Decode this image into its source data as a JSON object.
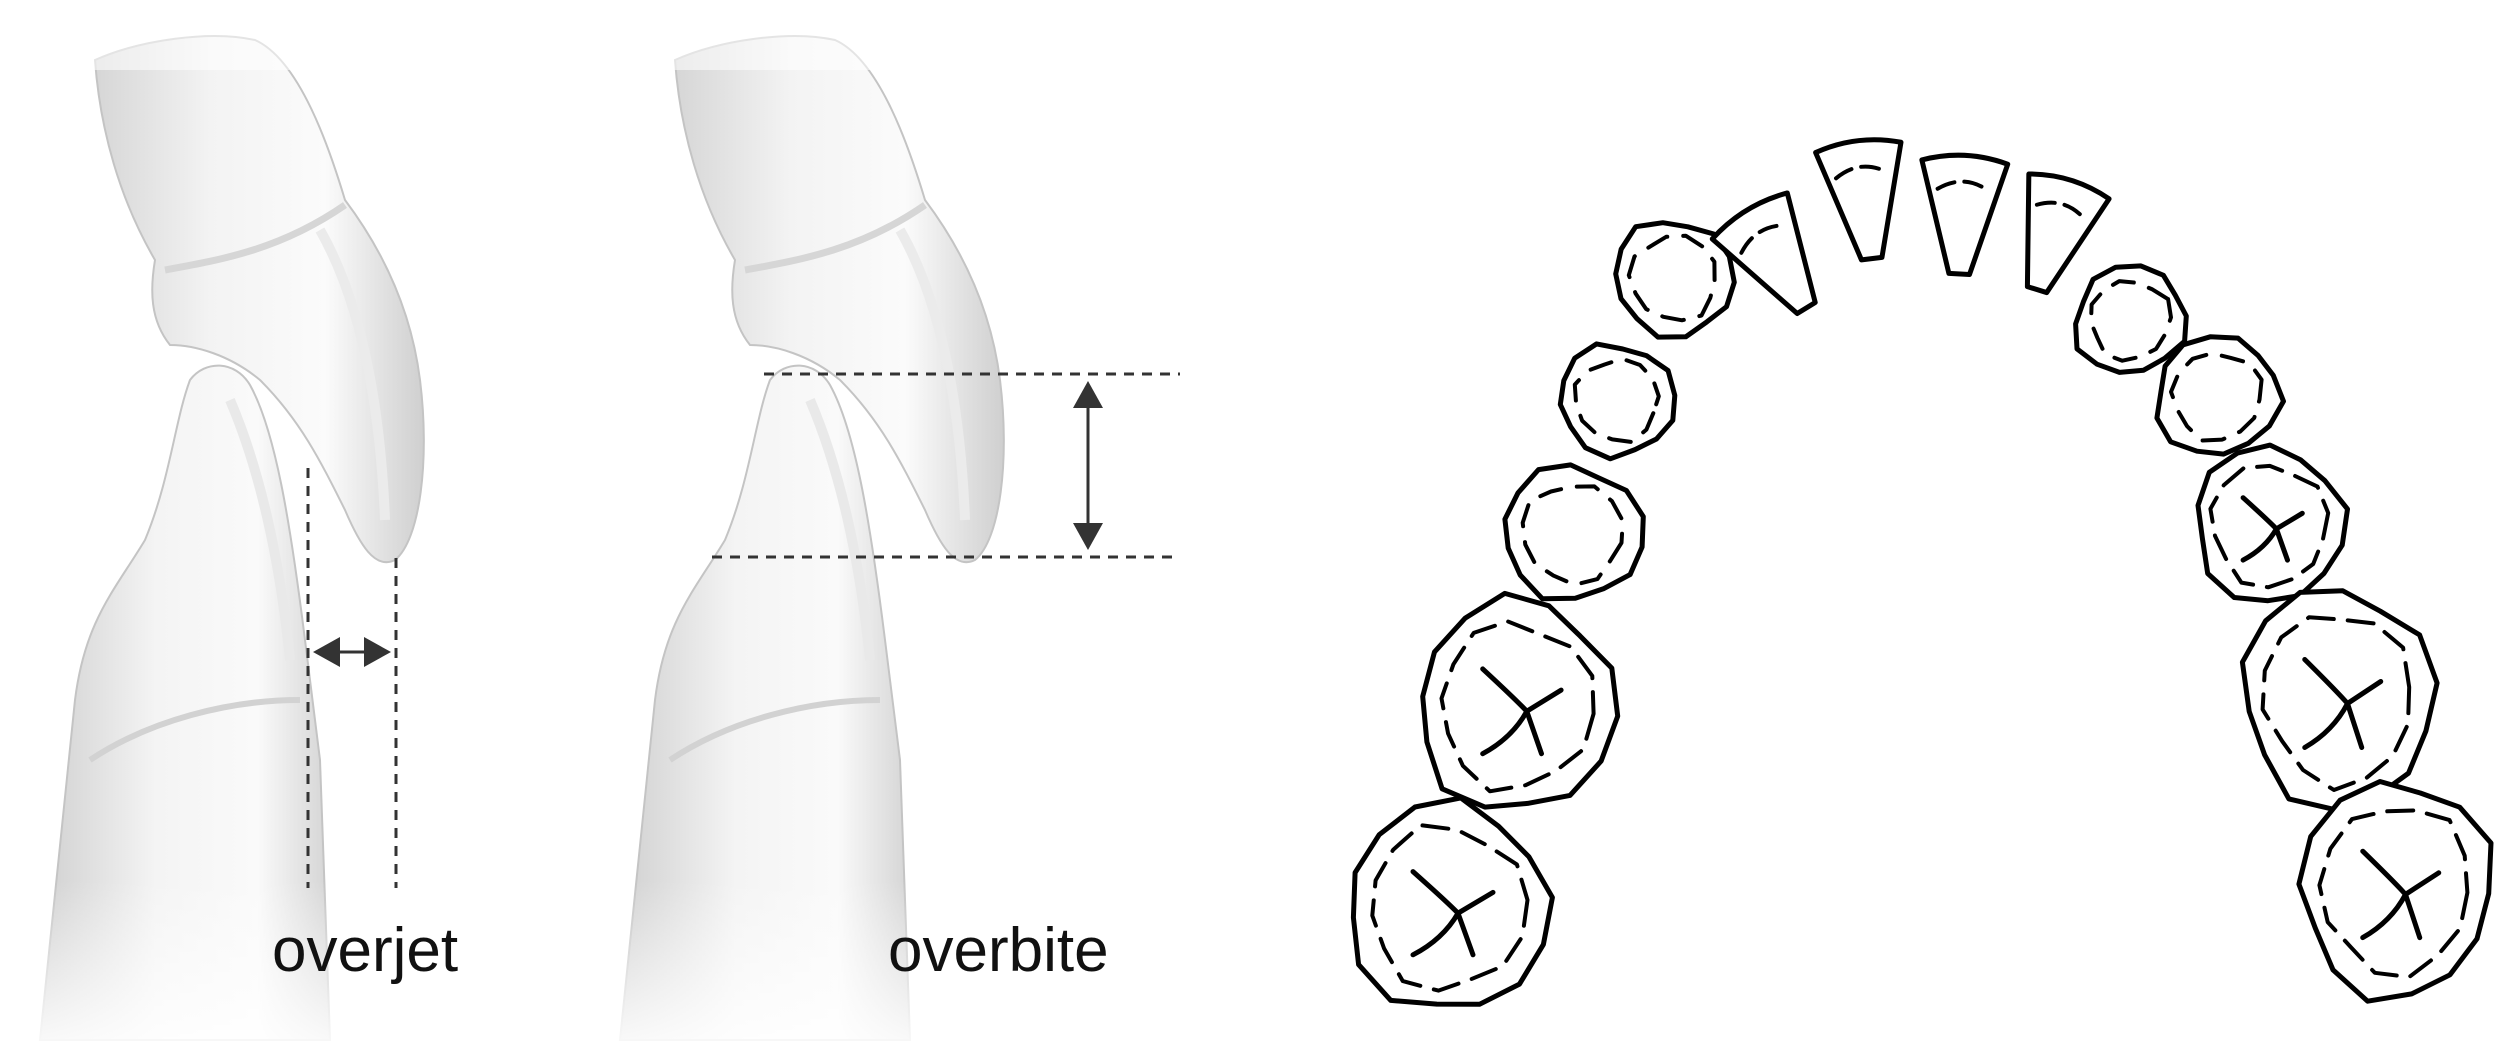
{
  "labels": {
    "overjet": "overjet",
    "overbite": "overbite"
  },
  "colors": {
    "background": "#ffffff",
    "tooth_fill_light": "#fbfbfb",
    "tooth_fill_mid": "#e6e6e6",
    "tooth_shade": "#c8c8c8",
    "outline": "#000000",
    "dashed_line": "#333333",
    "arrow": "#333333"
  },
  "icons": {
    "measure_arrow_horizontal": "double-arrow-horizontal",
    "measure_arrow_vertical": "double-arrow-vertical"
  }
}
